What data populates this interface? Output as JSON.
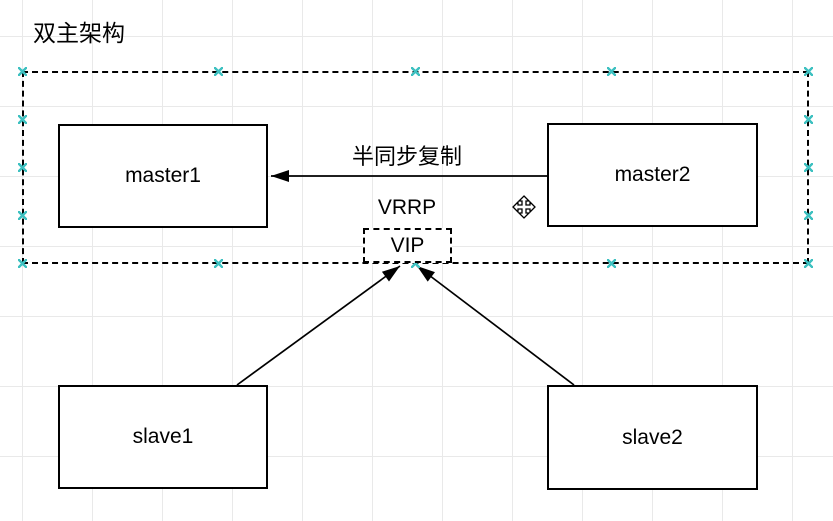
{
  "title": "双主架构",
  "nodes": {
    "master1": {
      "label": "master1"
    },
    "master2": {
      "label": "master2"
    },
    "slave1": {
      "label": "slave1"
    },
    "slave2": {
      "label": "slave2"
    },
    "vip": {
      "label": "VIP"
    }
  },
  "edges": {
    "replication_label": "半同步复制",
    "vrrp_label": "VRRP"
  },
  "icons": {
    "move_cursor": "move-cursor-icon",
    "selection_handle": "x-handle-icon",
    "arrowhead": "filled-triangle-arrowhead"
  },
  "colors": {
    "line": "#000000",
    "node_fill": "#ffffff",
    "handle": "#3fc1c1",
    "grid": "#e9e9e9",
    "text": "#000000"
  }
}
